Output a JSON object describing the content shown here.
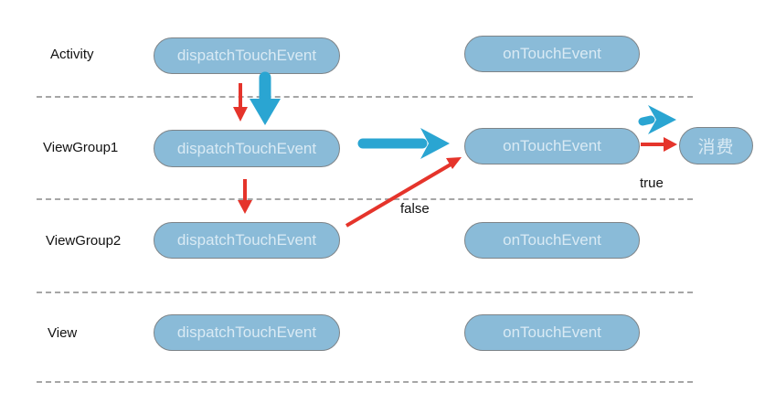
{
  "rows": [
    {
      "label": "Activity",
      "dispatch_label": "dispatchTouchEvent",
      "ontouch_label": "onTouchEvent"
    },
    {
      "label": "ViewGroup1",
      "dispatch_label": "dispatchTouchEvent",
      "ontouch_label": "onTouchEvent"
    },
    {
      "label": "ViewGroup2",
      "dispatch_label": "dispatchTouchEvent",
      "ontouch_label": "onTouchEvent"
    },
    {
      "label": "View",
      "dispatch_label": "dispatchTouchEvent",
      "ontouch_label": "onTouchEvent"
    }
  ],
  "consume": {
    "label": "消费"
  },
  "annotations": {
    "true_label": "true",
    "false_label": "false"
  },
  "colors": {
    "pill_fill": "#8abbd8",
    "pill_border": "#7e8488",
    "pill_text": "#d9eaf4",
    "arrow_red": "#e5342b",
    "arrow_blue": "#2aa5d2",
    "dashed_line": "#a6a6a6",
    "label_text": "#111111",
    "background": "#ffffff"
  }
}
